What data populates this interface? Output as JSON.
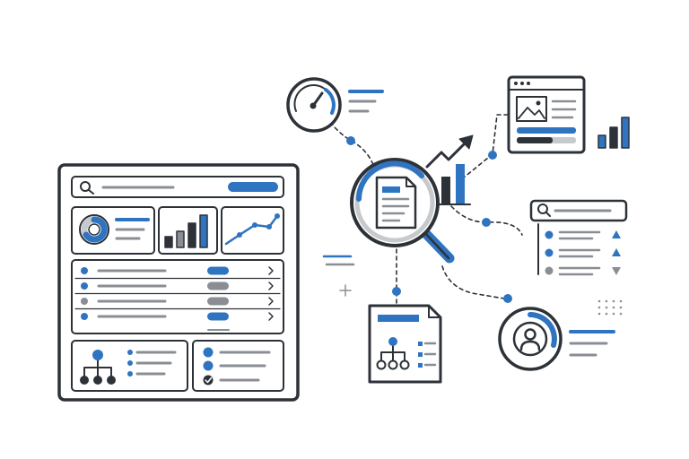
{
  "illustration": {
    "theme": "seo-analytics-dashboard",
    "colors": {
      "accent_blue": "#2f74c0",
      "dark_outline": "#2d3238",
      "gray": "#8a8e94",
      "light_gray": "#c7cacd",
      "background": "#ffffff"
    },
    "dashboard": {
      "icons": [
        "search-icon",
        "donut-chart-icon",
        "bar-chart-icon",
        "line-chart-icon",
        "org-chart-icon",
        "check-icon"
      ],
      "list_row_markers": [
        "blue",
        "blue",
        "gray",
        "blue"
      ],
      "list_row_pills": [
        "blue",
        "gray",
        "gray",
        "blue"
      ]
    },
    "satellites": {
      "icons": [
        "gauge-icon",
        "browser-image-icon",
        "bar-chart-icon",
        "document-search-icon",
        "trend-arrow-icon",
        "search-list-icon",
        "sitemap-document-icon",
        "user-profile-icon"
      ],
      "search_list_trends": [
        "up",
        "up",
        "down"
      ]
    }
  }
}
